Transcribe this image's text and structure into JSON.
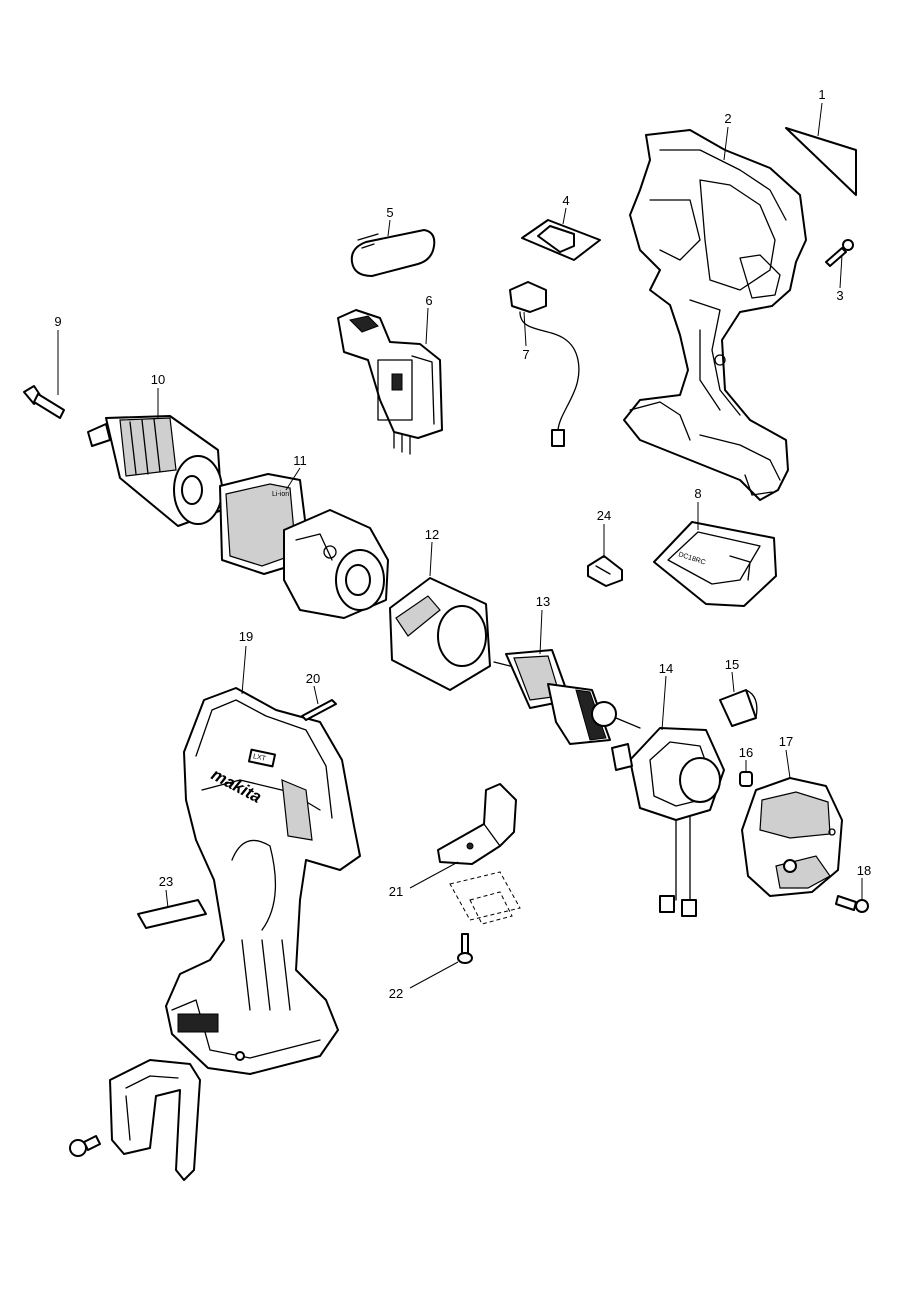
{
  "brand_text": "makita",
  "housing_badge": "LXT",
  "gear_badge": "Li-ion",
  "callouts": [
    {
      "id": "1",
      "label": "1"
    },
    {
      "id": "2",
      "label": "2"
    },
    {
      "id": "3",
      "label": "3"
    },
    {
      "id": "4",
      "label": "4"
    },
    {
      "id": "5",
      "label": "5"
    },
    {
      "id": "6",
      "label": "6"
    },
    {
      "id": "7",
      "label": "7"
    },
    {
      "id": "8",
      "label": "8"
    },
    {
      "id": "9",
      "label": "9"
    },
    {
      "id": "10",
      "label": "10"
    },
    {
      "id": "11",
      "label": "11"
    },
    {
      "id": "12",
      "label": "12"
    },
    {
      "id": "13",
      "label": "13"
    },
    {
      "id": "14",
      "label": "14"
    },
    {
      "id": "15",
      "label": "15"
    },
    {
      "id": "16",
      "label": "16"
    },
    {
      "id": "17",
      "label": "17"
    },
    {
      "id": "18",
      "label": "18"
    },
    {
      "id": "19",
      "label": "19"
    },
    {
      "id": "20",
      "label": "20"
    },
    {
      "id": "21",
      "label": "21"
    },
    {
      "id": "22",
      "label": "22"
    },
    {
      "id": "23",
      "label": "23"
    },
    {
      "id": "24",
      "label": "24"
    }
  ]
}
